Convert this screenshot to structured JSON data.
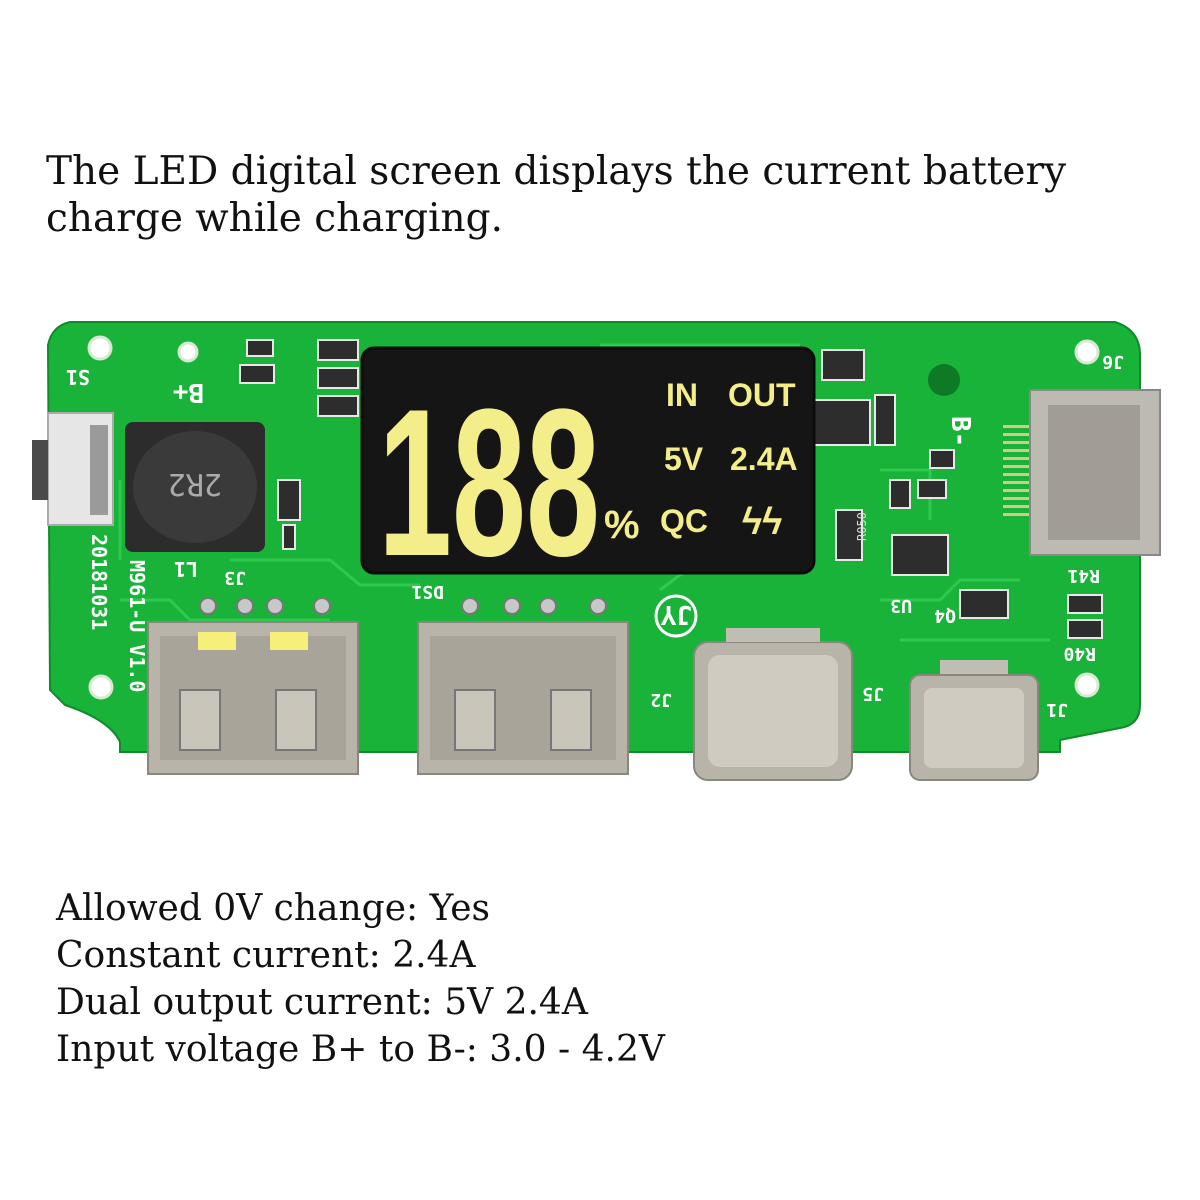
{
  "caption": "The LED digital screen displays the current battery charge while charging.",
  "display": {
    "digits": "188",
    "percent_sign": "%",
    "label_in": "IN",
    "label_out": "OUT",
    "label_voltage": "5V",
    "label_current": "2.4A",
    "label_qc": "QC",
    "label_bolts": "ϟϟ"
  },
  "board": {
    "model": "M961-U V1.0",
    "date_code": "20181031",
    "silkscreen": {
      "b_plus": "B+",
      "b_minus": "B-",
      "s1": "S1",
      "l1": "L1",
      "j1": "J1",
      "j2": "J2",
      "j3": "J3",
      "j5": "J5",
      "j6": "J6",
      "inductor": "2R2",
      "logo": "JY",
      "ds1": "DS1",
      "u3": "U3",
      "q4": "Q4",
      "r40": "R40",
      "r41": "R41",
      "r050": "R050"
    }
  },
  "specs": [
    "Allowed 0V change: Yes",
    "Constant current: 2.4A",
    "Dual output current: 5V 2.4A",
    "Input voltage B+ to B-: 3.0 - 4.2V"
  ],
  "colors": {
    "pcb": "#19b33a",
    "pcb_trace": "#36cf55",
    "lcd": "#151515",
    "lcd_segment": "#f3ee8a",
    "metal": "#b6b2a8"
  }
}
